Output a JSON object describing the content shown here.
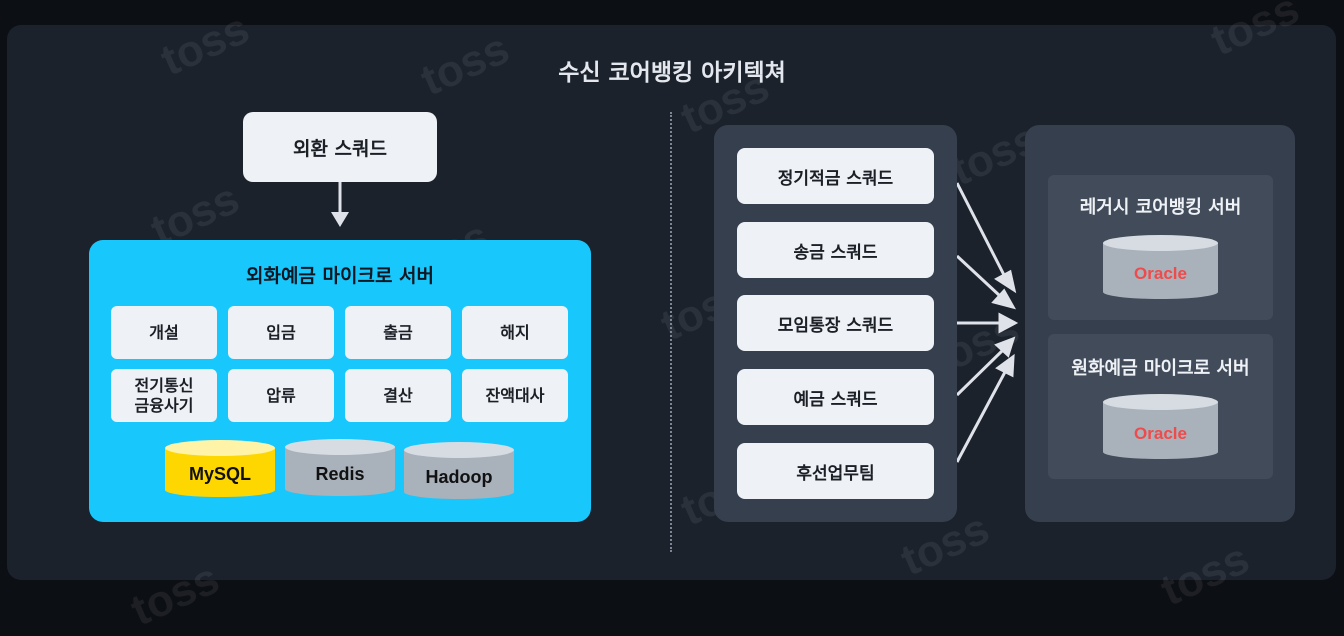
{
  "title": "수신 코어뱅킹 아키텍쳐",
  "watermark": "toss",
  "left": {
    "squad": "외환 스쿼드",
    "micro_server": {
      "title": "외화예금 마이크로 서버",
      "functions": [
        "개설",
        "입금",
        "출금",
        "해지",
        "전기통신\n금융사기",
        "압류",
        "결산",
        "잔액대사"
      ],
      "databases": [
        {
          "label": "MySQL",
          "color": "#ffd700"
        },
        {
          "label": "Redis",
          "color": "#a9b1bb"
        },
        {
          "label": "Hadoop",
          "color": "#a9b1bb"
        }
      ]
    }
  },
  "right": {
    "squads": [
      "정기적금 스쿼드",
      "송금 스쿼드",
      "모임통장 스쿼드",
      "예금 스쿼드",
      "후선업무팀"
    ],
    "servers": [
      {
        "title": "레거시 코어뱅킹 서버",
        "db": "Oracle"
      },
      {
        "title": "원화예금 마이크로 서버",
        "db": "Oracle"
      }
    ]
  },
  "colors": {
    "background": "#0c0f14",
    "panel": "#1b222c",
    "micro_bg": "#18c8fd",
    "card": "#eef1f5",
    "dark_panel": "#353f4d",
    "oracle_text": "#ef4b4b",
    "arrow": "#dfe3e9"
  }
}
